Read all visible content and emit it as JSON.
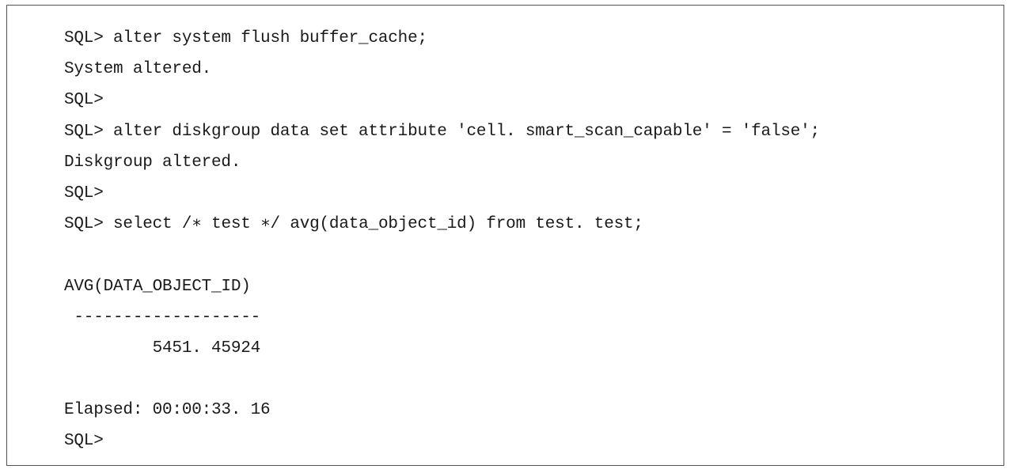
{
  "console": {
    "lines": [
      "SQL> alter system flush buffer_cache;",
      "System altered.",
      "SQL>",
      "SQL> alter diskgroup data set attribute 'cell. smart_scan_capable' = 'false';",
      "Diskgroup altered.",
      "SQL>",
      "SQL> select /∗ test ∗/ avg(data_object_id) from test. test;",
      "",
      "AVG(DATA_OBJECT_ID)",
      " -------------------",
      "         5451. 45924",
      "",
      "Elapsed: 00:00:33. 16",
      "SQL>"
    ]
  }
}
